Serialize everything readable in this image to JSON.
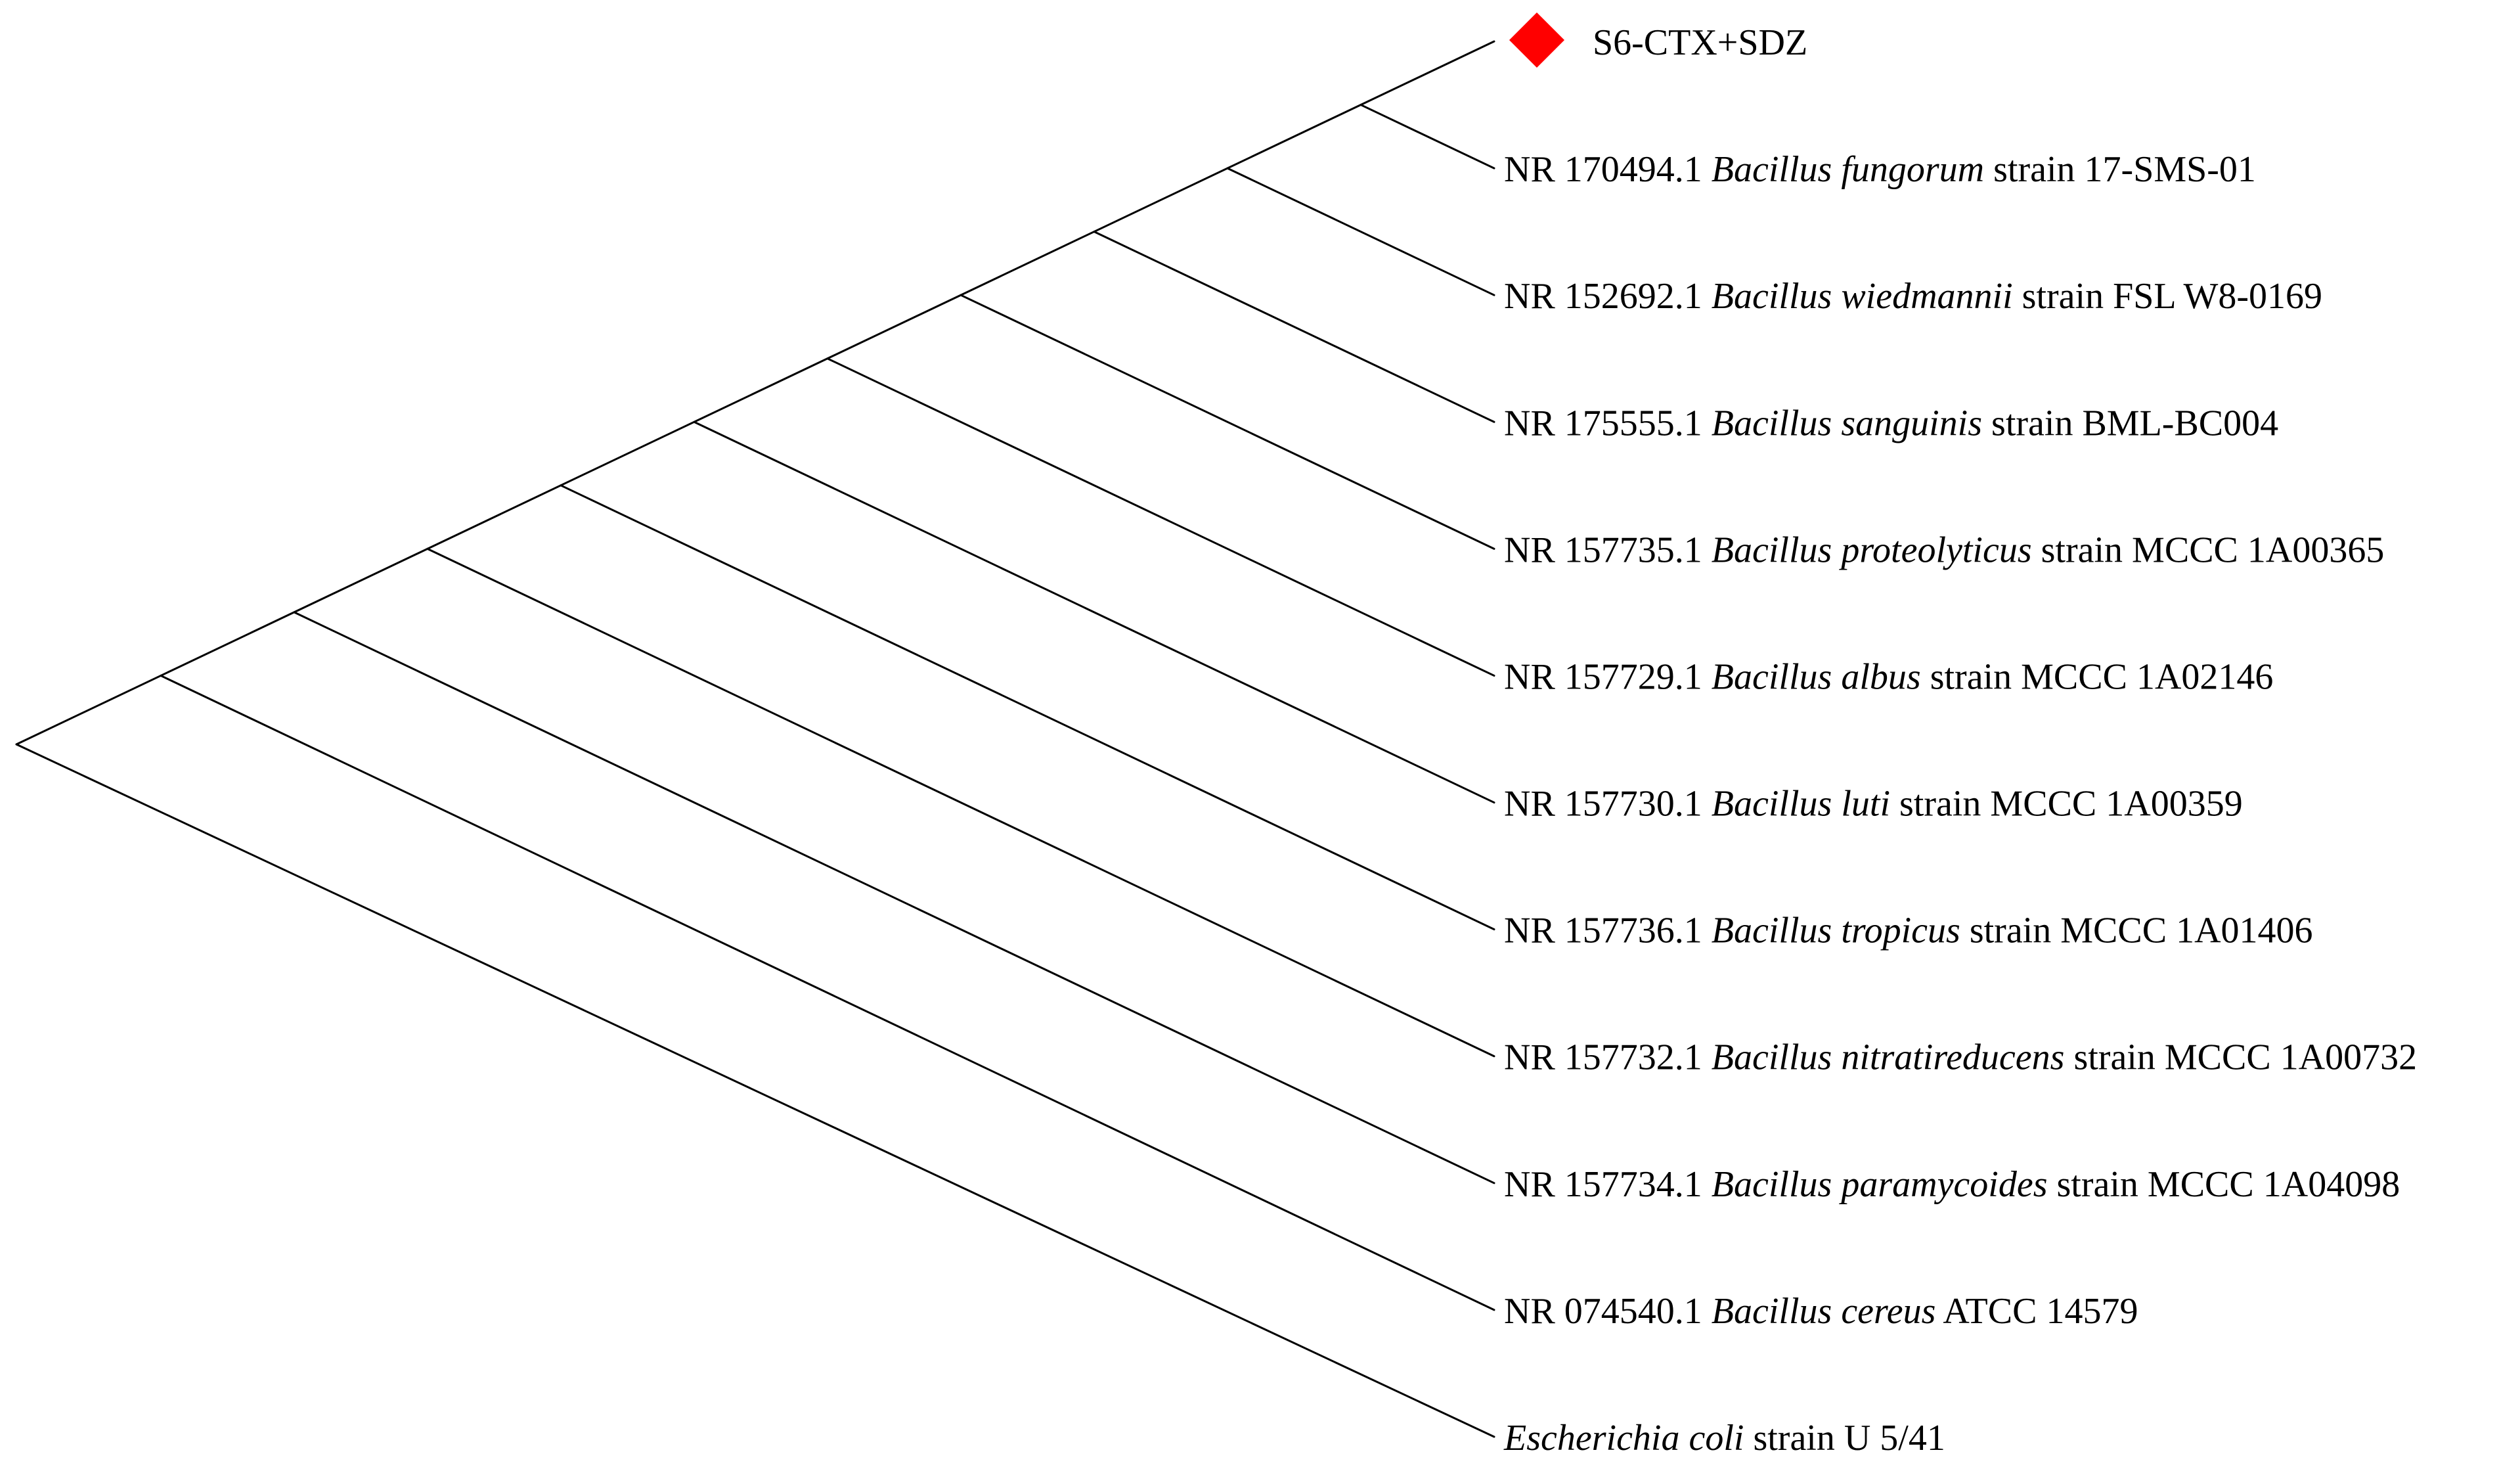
{
  "tree": {
    "marker_color": "#ff0000",
    "marker_shape": "diamond",
    "leaves": [
      {
        "accession": "S6-CTX+SDZ",
        "species": "",
        "strain": "",
        "marked": true
      },
      {
        "accession": "NR 170494.1",
        "species": "Bacillus fungorum",
        "strain": "strain 17-SMS-01",
        "marked": false
      },
      {
        "accession": "NR 152692.1",
        "species": "Bacillus wiedmannii",
        "strain": "strain FSL W8-0169",
        "marked": false
      },
      {
        "accession": "NR 175555.1",
        "species": "Bacillus sanguinis",
        "strain": "strain BML-BC004",
        "marked": false
      },
      {
        "accession": "NR 157735.1",
        "species": "Bacillus proteolyticus",
        "strain": "strain MCCC 1A00365",
        "marked": false
      },
      {
        "accession": "NR 157729.1",
        "species": "Bacillus albus",
        "strain": "strain MCCC 1A02146",
        "marked": false
      },
      {
        "accession": "NR 157730.1",
        "species": "Bacillus luti",
        "strain": "strain MCCC 1A00359",
        "marked": false
      },
      {
        "accession": "NR 157736.1",
        "species": "Bacillus tropicus",
        "strain": "strain MCCC 1A01406",
        "marked": false
      },
      {
        "accession": "NR 157732.1",
        "species": "Bacillus nitratireducens",
        "strain": "strain MCCC 1A00732",
        "marked": false
      },
      {
        "accession": "NR 157734.1",
        "species": "Bacillus paramycoides",
        "strain": "strain MCCC 1A04098",
        "marked": false
      },
      {
        "accession": "NR 074540.1",
        "species": "Bacillus cereus",
        "strain": "ATCC 14579",
        "marked": false
      },
      {
        "accession": "",
        "species": "Escherichia coli",
        "strain": "strain U 5/41",
        "marked": false
      }
    ]
  }
}
